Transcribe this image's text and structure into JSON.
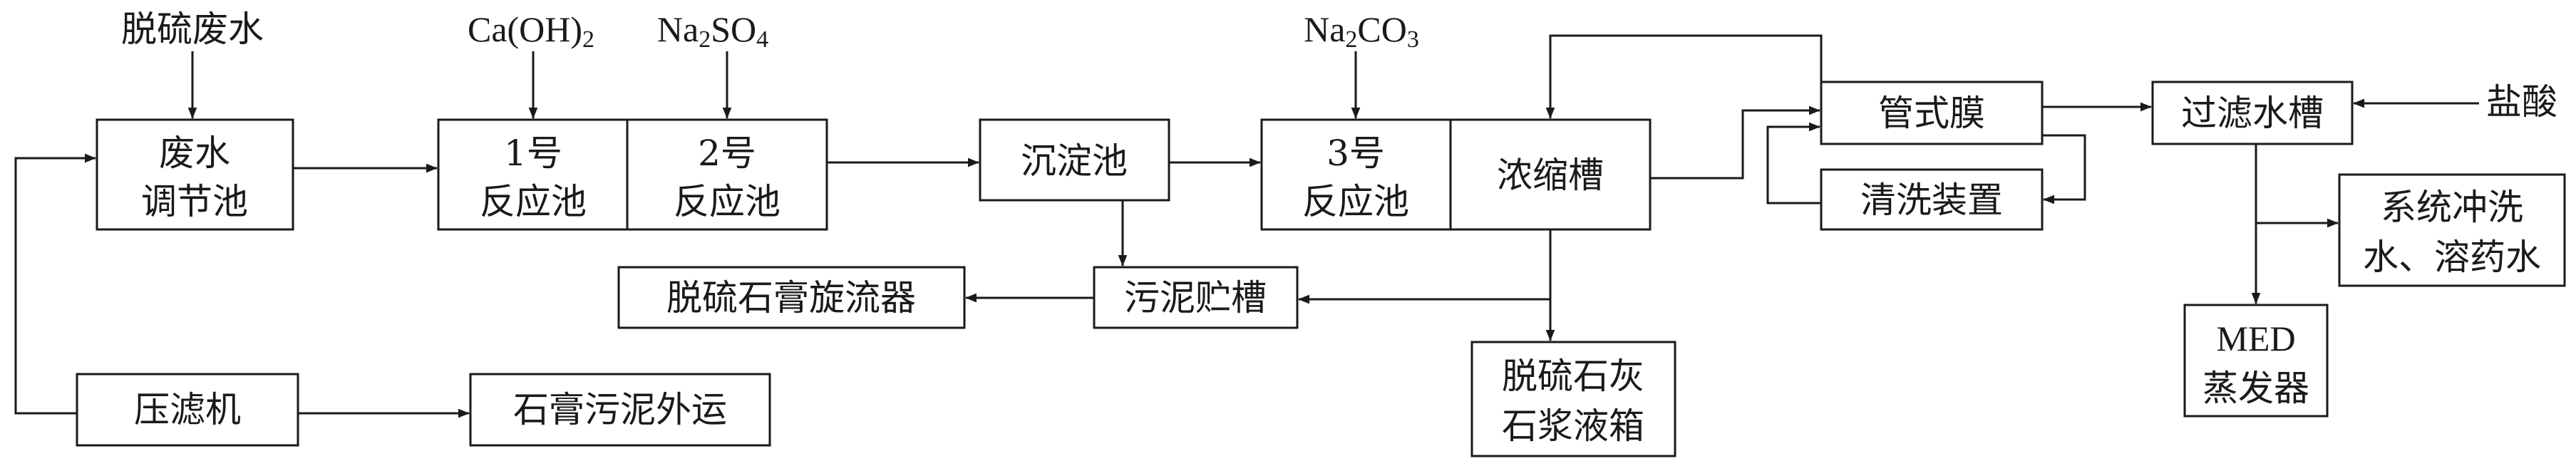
{
  "colors": {
    "ink": "#1a1a1a",
    "background": "#ffffff"
  },
  "diagram": {
    "inputs": {
      "feed": "脱硫废水",
      "caoh2": {
        "base": "Ca(OH)",
        "sub": "2"
      },
      "na2so4": {
        "p1": "Na",
        "s1": "2",
        "p2": "SO",
        "s2": "4"
      },
      "na2co3": {
        "p1": "Na",
        "s1": "2",
        "p2": "CO",
        "s2": "3"
      },
      "acid": "盐酸"
    },
    "nodes": {
      "equalization_tank": [
        "废水",
        "调节池"
      ],
      "reactor_1": [
        "1号",
        "反应池"
      ],
      "reactor_2": [
        "2号",
        "反应池"
      ],
      "settling_tank": "沉淀池",
      "reactor_3": [
        "3号",
        "反应池"
      ],
      "concentration_tank": "浓缩槽",
      "tubular_membrane": "管式膜",
      "cleaning_device": "清洗装置",
      "filtered_water_tank": "过滤水槽",
      "flush_water": [
        "系统冲洗",
        "水、溶药水"
      ],
      "med_evaporator": [
        "MED",
        "蒸发器"
      ],
      "gypsum_cyclone": "脱硫石膏旋流器",
      "sludge_tank": "污泥贮槽",
      "limestone_tank": [
        "脱硫石灰",
        "石浆液箱"
      ],
      "filter_press": "压滤机",
      "sludge_out": "石膏污泥外运"
    }
  }
}
